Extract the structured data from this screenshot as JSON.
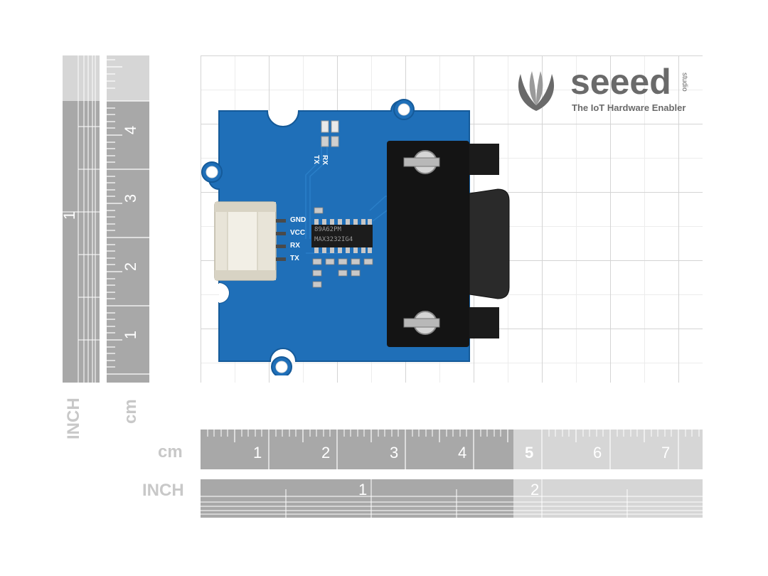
{
  "logo": {
    "brand": "seeed",
    "sub": "studio",
    "tagline": "The IoT Hardware Enabler"
  },
  "board": {
    "pin_labels": [
      "GND",
      "VCC",
      "RX",
      "TX"
    ],
    "led_labels": [
      "RX",
      "TX"
    ],
    "chip_line1": "89A62PM",
    "chip_line2": "MAX3232IG4"
  },
  "ruler_vertical": {
    "inch_label": "INCH",
    "cm_label": "cm",
    "inch_ticks": [
      "1"
    ],
    "cm_ticks": [
      "4",
      "3",
      "2",
      "1"
    ]
  },
  "ruler_horizontal": {
    "cm_label": "cm",
    "inch_label": "INCH",
    "cm_ticks": [
      "1",
      "2",
      "3",
      "4",
      "5",
      "6",
      "7"
    ],
    "inch_ticks": [
      "1",
      "2"
    ]
  },
  "colors": {
    "pcb": "#1f6fb8",
    "pcb_edge": "#155a99",
    "ruler_dark": "#a8a8a8",
    "ruler_light": "#d6d6d6",
    "connector": "#141414"
  }
}
